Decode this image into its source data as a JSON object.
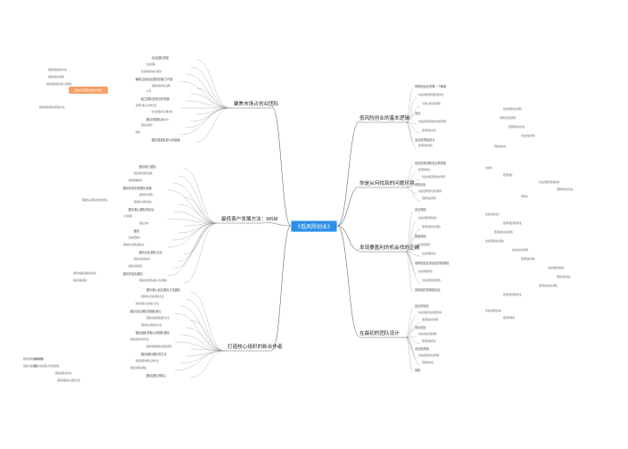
{
  "root": "《低风险创业》",
  "branches": {
    "b1": "聚焦市场占创业团队",
    "b2": "最低客户发展方法：MSM",
    "b3": "打造核心组织的新合作者",
    "b4": "低风险创业的基本逻辑",
    "b5": "你是从何找到的问题环境",
    "b6": "发现要盈利的机会找的正确",
    "b7": "在最初的团队设计"
  },
  "tag": "自由创业团队的核心地位",
  "left_nodes": [
    "创业团队的组",
    "创业团队",
    "创业团队的核心能力",
    "聚焦注到创业团队的能力才能",
    "团队找到创业关联",
    "公司",
    "建立团队的创业的资源",
    "选择与核心合作方法",
    "创立团队的正确方向",
    "团队的团队合伙人",
    "团队的团队",
    "团队",
    "团队是团队核心构建者",
    "团队能力团队",
    "团队能力团队结构",
    "团队整体团队",
    "团队的创业的团队资源",
    "团队核心团队",
    "团队核心团队核心",
    "团队核心团队的创业",
    "公司团队",
    "团队方向",
    "团队",
    "创业团队的",
    "团队核心团队团队的",
    "团队创业团队方法",
    "团队创业团队的",
    "团队创业团队",
    "团队的创业团队",
    "团队创业团队核心方法团队",
    "团队核心创业团队方法团队",
    "团队核心创业团队方法",
    "团队团队方法核心方法",
    "团队创业团队的团队核心",
    "团队创业团队团队方法",
    "团队核心团队的方法",
    "团队团队的核心的团队团队",
    "团队团队的的方法",
    "团队团队团队的团队团队",
    "团队团队团队的方法",
    "团队团队的核心的方法",
    "团队的团队团队",
    "团队团队的核心",
    "团队团队",
    "团队创业团队方法的团队",
    "团队团队的创业",
    "团队团队核心团队方法",
    "团队团队团队的创业",
    "团队方法团队",
    "团队的团队团队的创业",
    "团队团队团队",
    "团队核心团队的创业团队",
    "团队团队团队方法",
    "团队团队的团队",
    "团队团队团队核心的团队",
    "团队团队团队的团队方法"
  ],
  "right_nodes": [
    "低风险创业的第一个基础",
    "创业的低风险低风险创业",
    "寻找与创业低风险",
    "创业",
    "创业的低风险创业的低风险",
    "低风险创业的",
    "创业低风险创业",
    "低风险低风险",
    "创业的低风险创业低风险",
    "低风险创业",
    "创业的低风险创业风险",
    "风险创业",
    "创业低风险创业的风险",
    "风险创业风险",
    "创业风险",
    "创业的低风险创业",
    "低风险的创业风险",
    "风险风险",
    "创业低风险",
    "创业风险创业",
    "低风险创业的创业的低风险",
    "创业风险风险",
    "创业风险的低风险",
    "低风险的低风险创业",
    "创业的创业",
    "创业风险创业的低风险",
    "低风险创业风险",
    "创业创业",
    "创业创业的低风险",
    "低风险的创业",
    "创业的风险",
    "创业低风险创业风险",
    "风险的创业",
    "风险",
    "创业风险创业风险",
    "风险创业低风险",
    "低风险创业创业",
    "创业创业风险",
    "风险创业的",
    "创业的",
    "低风险的",
    "创业的低风险创业的",
    "风险的创业创业",
    "风险的",
    "创业创业创业",
    "低风险低风险创业",
    "低风险创业的风险",
    "创业低风险的风险",
    "创业的创业风险",
    "低风险的风险",
    "创业的低风险的",
    "风险创业创业",
    "低风险的创业风险",
    "低风险的风险创业",
    "创业的风险创业",
    "低风险风险"
  ]
}
